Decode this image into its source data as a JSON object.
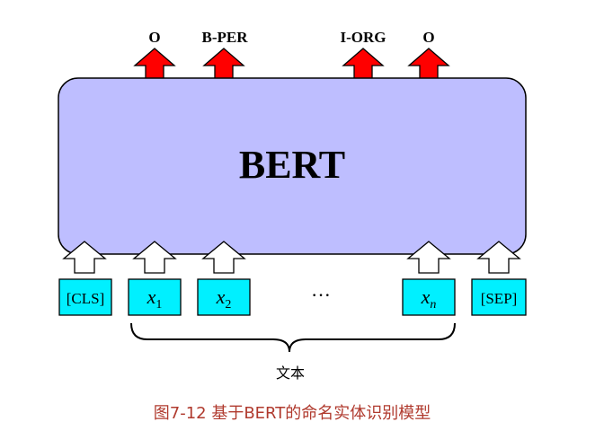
{
  "diagram": {
    "model_label": "BERT",
    "output_labels": [
      "O",
      "B-PER",
      "I-ORG",
      "O"
    ],
    "inputs": {
      "cls": "[CLS]",
      "x1_base": "x",
      "x1_sub": "1",
      "x2_base": "x",
      "x2_sub": "2",
      "ellipsis": "···",
      "xn_base": "x",
      "xn_sub": "n",
      "sep": "[SEP]"
    },
    "brace_label": "文本",
    "caption": "图7-12 基于BERT的命名实体识别模型"
  },
  "colors": {
    "bert_box_fill": "#bebeff",
    "token_fill": "#00f0ff",
    "output_arrow": "#ff0000",
    "input_arrow": "#ffffff",
    "caption_text": "#b03a2e"
  }
}
